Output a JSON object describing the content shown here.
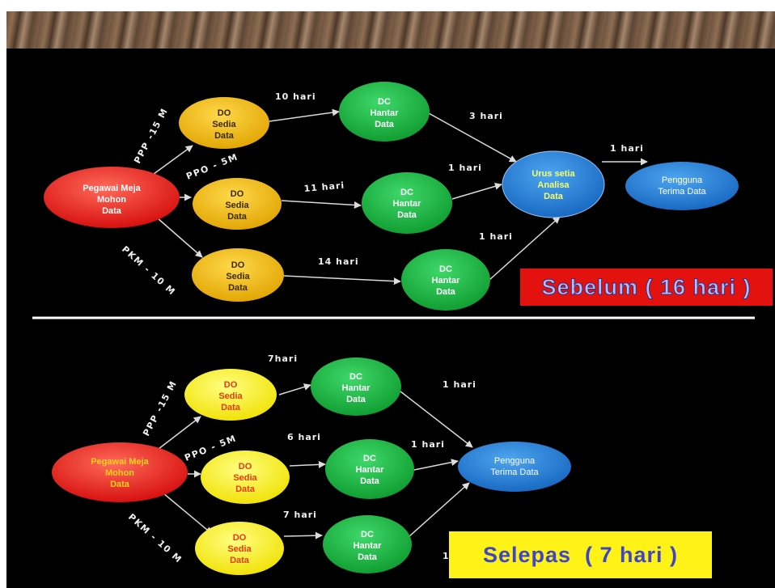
{
  "before": {
    "source": [
      "Pegawai Meja",
      "Mohon",
      "Data"
    ],
    "prepare": [
      [
        "DO",
        "Sedia",
        "Data"
      ],
      [
        "DO",
        "Sedia",
        "Data"
      ],
      [
        "DO",
        "Sedia",
        "Data"
      ]
    ],
    "send": [
      [
        "DC",
        "Hantar",
        "Data"
      ],
      [
        "DC",
        "Hantar",
        "Data"
      ],
      [
        "DC",
        "Hantar",
        "Data"
      ]
    ],
    "analyse": [
      "Urus setia",
      "Analisa",
      "Data"
    ],
    "user": [
      "Pengguna",
      "Terima Data"
    ],
    "branch_labels": [
      "PPP -15 M",
      "PPO - 5M",
      "PKM - 10 M"
    ],
    "prep_to_send_labels": [
      "10 hari",
      "11 hari",
      "14 hari"
    ],
    "send_to_analyse_labels": [
      "3 hari",
      "1 hari",
      "1 hari"
    ],
    "analyse_to_user_label": "1 hari",
    "summary": "Sebelum ( 16 hari )"
  },
  "after": {
    "source": [
      "Pegawai Meja",
      "Mohon",
      "Data"
    ],
    "prepare": [
      [
        "DO",
        "Sedia",
        "Data"
      ],
      [
        "DO",
        "Sedia",
        "Data"
      ],
      [
        "DO",
        "Sedia",
        "Data"
      ]
    ],
    "send": [
      [
        "DC",
        "Hantar",
        "Data"
      ],
      [
        "DC",
        "Hantar",
        "Data"
      ],
      [
        "DC",
        "Hantar",
        "Data"
      ]
    ],
    "user": [
      "Pengguna",
      "Terima Data"
    ],
    "branch_labels": [
      "PPP -15 M",
      "PPO - 5M",
      "PKM - 10 M"
    ],
    "prep_to_send_labels": [
      "7hari",
      "6 hari",
      "7 hari"
    ],
    "send_to_user_labels": [
      "1 hari",
      "1 hari",
      "1"
    ],
    "summary": "Selepas  ( 7 hari )"
  },
  "colors": {
    "source": "#f51d1d",
    "prepare_before": "#f2b807",
    "prepare_after": "#fbf114",
    "send": "#14b83c",
    "analyse": "#1f7fd6",
    "user": "#1f7fd6",
    "arrow": "#d9d9d9",
    "divider": "#ffffff"
  }
}
